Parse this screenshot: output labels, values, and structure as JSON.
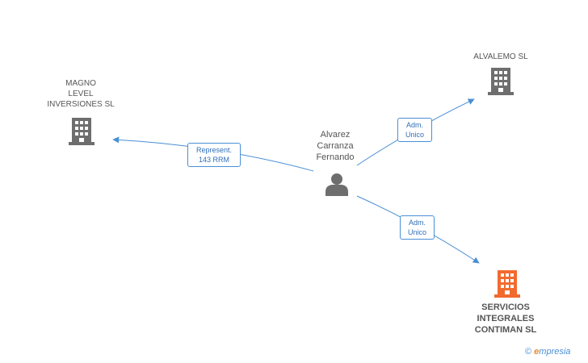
{
  "nodes": {
    "magno": {
      "lines": [
        "MAGNO",
        "LEVEL",
        "INVERSIONES SL"
      ],
      "type": "company",
      "color": "#6e6e6e"
    },
    "alvalemo": {
      "lines": [
        "ALVALEMO SL"
      ],
      "type": "company",
      "color": "#6e6e6e"
    },
    "servicios": {
      "lines": [
        "SERVICIOS",
        "INTEGRALES",
        "CONTIMAN SL"
      ],
      "type": "company",
      "color": "#f26a2e"
    },
    "person": {
      "lines": [
        "Alvarez",
        "Carranza",
        "Fernando"
      ],
      "type": "person",
      "color": "#6e6e6e"
    }
  },
  "edges": {
    "to_magno": {
      "lines": [
        "Represent.",
        "143 RRM"
      ]
    },
    "to_alvalemo": {
      "lines": [
        "Adm.",
        "Unico"
      ]
    },
    "to_servicios": {
      "lines": [
        "Adm.",
        "Unico"
      ]
    }
  },
  "colors": {
    "edge": "#4a8fd6",
    "label_text": "#2f6fb8"
  },
  "brand": {
    "copyright": "©",
    "e": "e",
    "name": "mpresia"
  }
}
